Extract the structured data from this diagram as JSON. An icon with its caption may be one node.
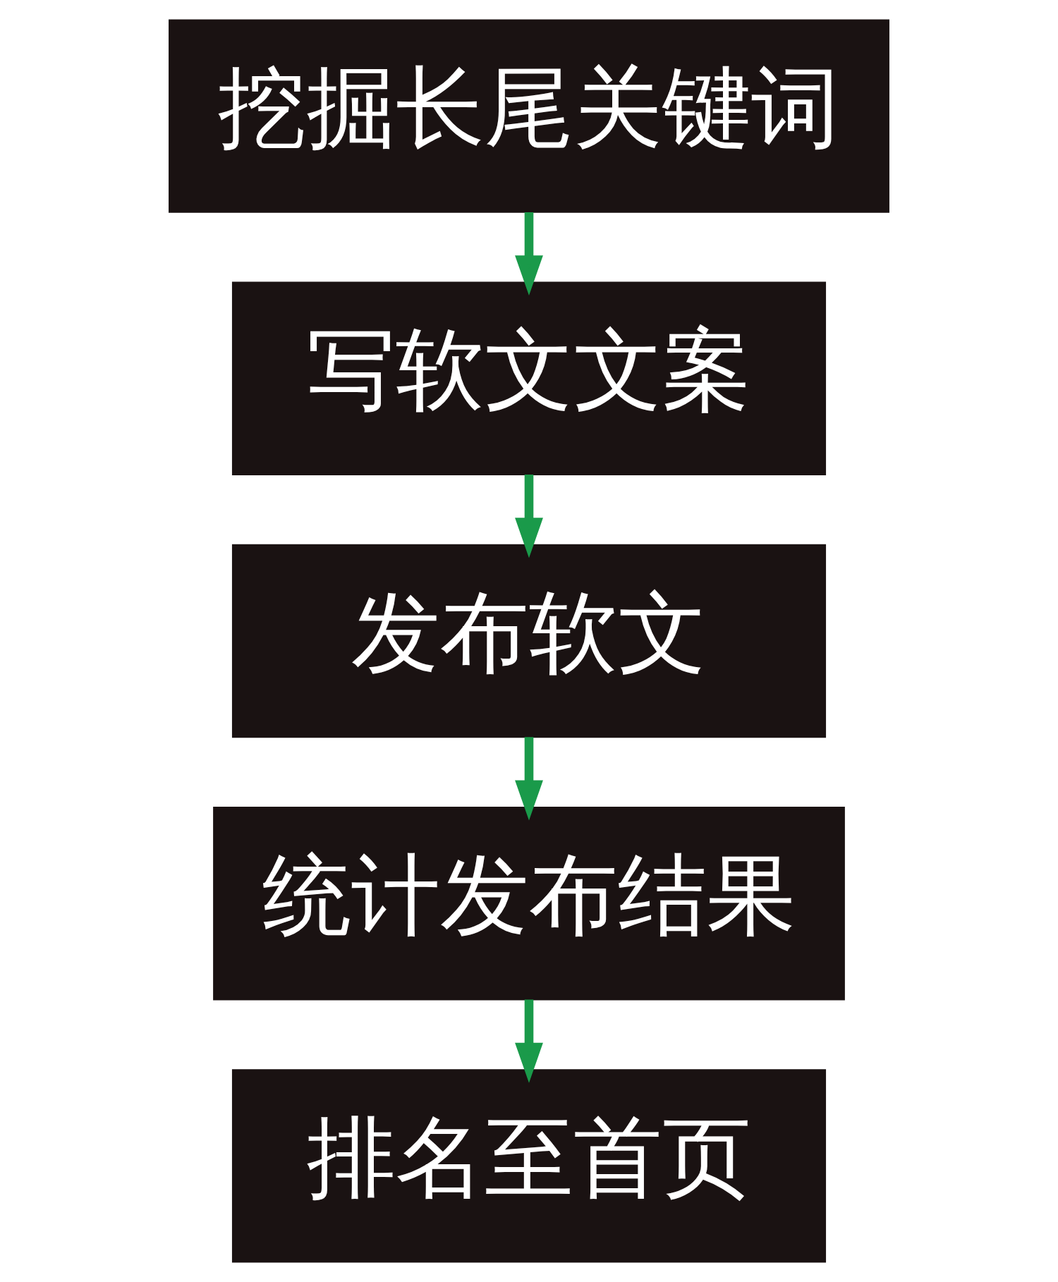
{
  "diagram": {
    "nodes": [
      {
        "text": [
          "挖掘长尾关键词"
        ]
      },
      {
        "text": [
          "写软文文案"
        ]
      },
      {
        "text": [
          "发布软文"
        ]
      },
      {
        "text": [
          "统计发布结果"
        ]
      },
      {
        "text": [
          "排名至首页"
        ]
      }
    ],
    "edges": [
      {
        "from": 0,
        "to": 1,
        "arrow": "to"
      },
      {
        "from": 1,
        "to": 2,
        "arrow": "to"
      },
      {
        "from": 2,
        "to": 3,
        "arrow": "to"
      },
      {
        "from": 3,
        "to": 4,
        "arrow": "to"
      }
    ]
  }
}
